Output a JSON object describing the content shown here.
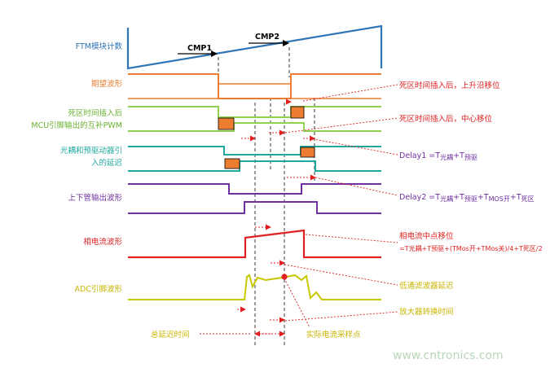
{
  "signals": {
    "ftm": "FTM模块计数",
    "expected": "期望波形",
    "deadtime_l1": "死区时间插入后",
    "deadtime_l2": "MCU引脚输出的互补PWM",
    "optocoupler_l1": "光耦和预驱动器引",
    "optocoupler_l2": "入的延迟",
    "updown": "上下管输出波形",
    "phase": "相电流波形",
    "adc": "ADC引脚波形"
  },
  "markers": {
    "cmp1": "CMP1",
    "cmp2": "CMP2"
  },
  "annotations": {
    "rising_shift": "死区时间插入后，上升沿移位",
    "center_shift": "死区时间插入后，中心移位",
    "delay1_prefix": "Delay1 =T",
    "delay1_sub1": "光耦",
    "delay1_mid": "+T",
    "delay1_sub2": "预驱",
    "delay2_prefix": "Delay2 =T",
    "delay2_sub1": "光耦",
    "delay2_mid1": "+T",
    "delay2_sub2": "预驱",
    "delay2_mid2": "+T",
    "delay2_sub3": "MOS开",
    "delay2_mid3": "+T",
    "delay2_sub4": "死区",
    "phase_center_shift": "相电流中点移位",
    "phase_formula": "=T光耦+T预驱+(TMos开+TMos关)/4+T死区/2",
    "lowpass_delay": "低通滤波器延迟",
    "amp_conversion": "放大器转换时间",
    "total_delay": "总延迟时间",
    "actual_sample": "实际电流采样点"
  },
  "watermark": "www.cntronics.com",
  "colors": {
    "ftm": "#2e75b6",
    "expected": "#ed7d31",
    "deadtime": "#92d050",
    "optocoupler": "#1fa99e",
    "updown": "#7030a0",
    "phase": "#e02020",
    "adc": "#c8c800",
    "annotation": "#e02020",
    "dead_fill": "#ed7d31"
  }
}
